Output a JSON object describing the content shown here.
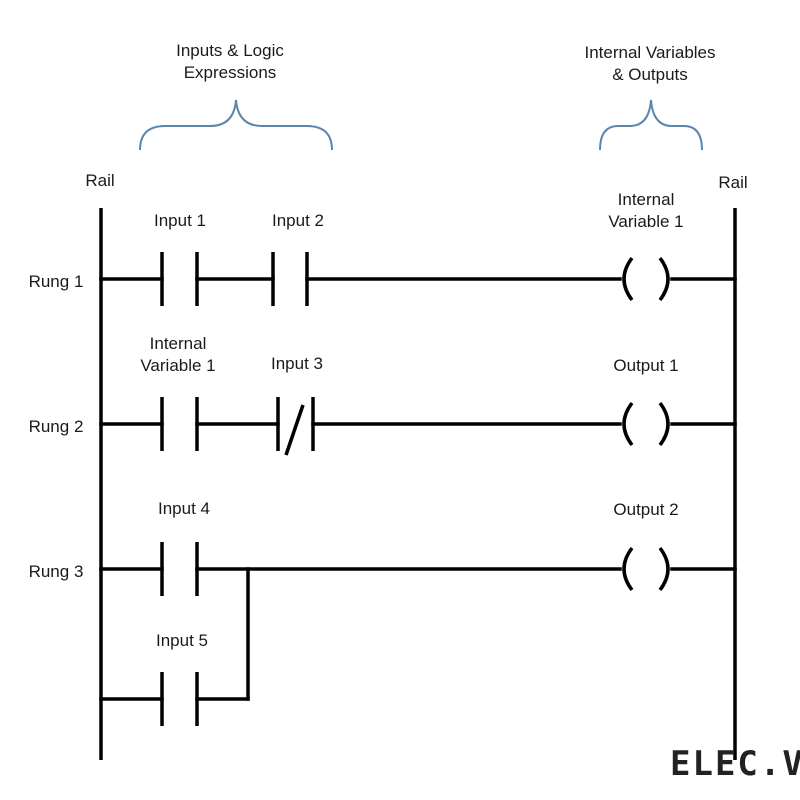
{
  "colors": {
    "line": "#000000",
    "brace": "#5a86b0",
    "text": "#1a1a1a"
  },
  "headers": {
    "inputs_logic": [
      "Inputs & Logic",
      "Expressions"
    ],
    "internal_outputs": [
      "Internal Variables",
      "& Outputs"
    ]
  },
  "rails": {
    "left": "Rail",
    "right": "Rail"
  },
  "rungs": [
    {
      "label": "Rung 1",
      "contacts": [
        {
          "label": [
            "Input 1"
          ],
          "type": "NO"
        },
        {
          "label": [
            "Input 2"
          ],
          "type": "NO"
        }
      ],
      "coil": [
        "Internal",
        "Variable 1"
      ]
    },
    {
      "label": "Rung 2",
      "contacts": [
        {
          "label": [
            "Internal",
            "Variable 1"
          ],
          "type": "NO"
        },
        {
          "label": [
            "Input 3"
          ],
          "type": "NC"
        }
      ],
      "coil": [
        "Output 1"
      ]
    },
    {
      "label": "Rung 3",
      "contacts": [
        {
          "label": [
            "Input 4"
          ],
          "type": "NO"
        },
        {
          "label": [
            "Input 5"
          ],
          "type": "NO",
          "branch": "parallel"
        }
      ],
      "coil": [
        "Output 2"
      ]
    }
  ],
  "watermark": "ELEC.V"
}
